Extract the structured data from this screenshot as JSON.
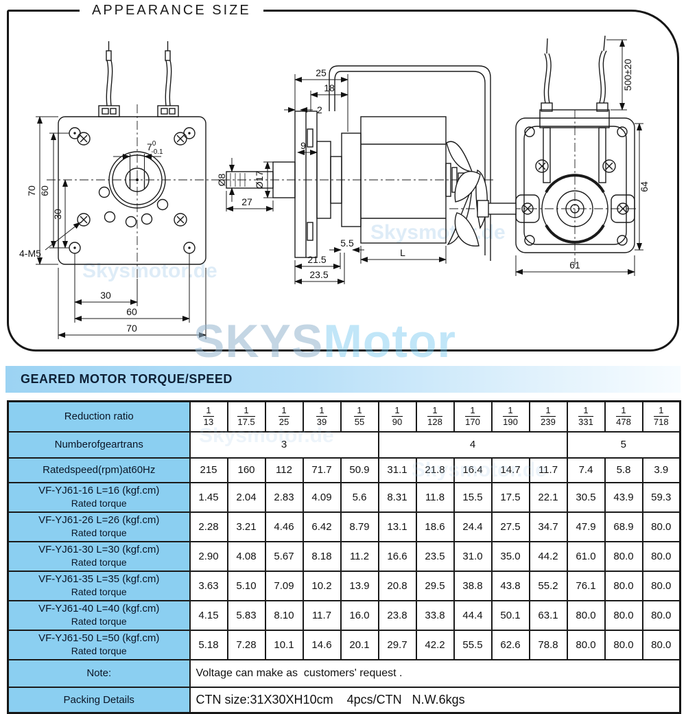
{
  "page": {
    "title": "APPEARANCE SIZE"
  },
  "section": {
    "title": "GEARED MOTOR TORQUE/SPEED"
  },
  "watermarks": {
    "big_left": "SKYS",
    "big_right": "Motor",
    "small": "Skysmotor.de"
  },
  "colors": {
    "table_label_blue": "#8bcff1",
    "section_bar_blue": "#9cd3f3",
    "line_black": "#1a1a1a",
    "watermark_blue": "#a0c8e8"
  },
  "drawing": {
    "front": {
      "d70v": "70",
      "d60v": "60",
      "d30v": "30",
      "d30h": "30",
      "d60h": "60",
      "d70h": "70",
      "shaft_nom": "7",
      "shaft_tol_up": "0",
      "shaft_tol_dn": "-0.1",
      "corner": "4-M5"
    },
    "side": {
      "d25": "25",
      "d18": "18",
      "d2": "2",
      "d9": "9",
      "d17": "Ø17",
      "d8": "Ø8",
      "d27": "27",
      "d55": "5.5",
      "d215": "21.5",
      "d235": "23.5",
      "dL": "L"
    },
    "rear": {
      "wire": "500±20",
      "d64": "64",
      "d61": "61"
    }
  },
  "table": {
    "reduction": {
      "label": "Reduction ratio",
      "numerator": "1",
      "denominators": [
        "13",
        "17.5",
        "25",
        "39",
        "55",
        "90",
        "128",
        "170",
        "190",
        "239",
        "331",
        "478",
        "718"
      ]
    },
    "gear_trans": {
      "label": "Numberofgeartrans",
      "groups": [
        {
          "value": "3"
        },
        {
          "value": "4"
        },
        {
          "value": "5"
        }
      ]
    },
    "rated_speed": {
      "label": "Ratedspeed(rpm)at60Hz",
      "values": [
        "215",
        "160",
        "112",
        "71.7",
        "50.9",
        "31.1",
        "21.8",
        "16.4",
        "14.7",
        "11.7",
        "7.4",
        "5.8",
        "3.9"
      ]
    },
    "torque_rows": [
      {
        "model": "VF-YJ61-16 L=16 (kgf.cm)",
        "sub": "Rated torque",
        "values": [
          "1.45",
          "2.04",
          "2.83",
          "4.09",
          "5.6",
          "8.31",
          "11.8",
          "15.5",
          "17.5",
          "22.1",
          "30.5",
          "43.9",
          "59.3"
        ]
      },
      {
        "model": "VF-YJ61-26 L=26 (kgf.cm)",
        "sub": "Rated torque",
        "values": [
          "2.28",
          "3.21",
          "4.46",
          "6.42",
          "8.79",
          "13.1",
          "18.6",
          "24.4",
          "27.5",
          "34.7",
          "47.9",
          "68.9",
          "80.0"
        ]
      },
      {
        "model": "VF-YJ61-30 L=30 (kgf.cm)",
        "sub": "Rated torque",
        "values": [
          "2.90",
          "4.08",
          "5.67",
          "8.18",
          "11.2",
          "16.6",
          "23.5",
          "31.0",
          "35.0",
          "44.2",
          "61.0",
          "80.0",
          "80.0"
        ]
      },
      {
        "model": "VF-YJ61-35 L=35 (kgf.cm)",
        "sub": "Rated torque",
        "values": [
          "3.63",
          "5.10",
          "7.09",
          "10.2",
          "13.9",
          "20.8",
          "29.5",
          "38.8",
          "43.8",
          "55.2",
          "76.1",
          "80.0",
          "80.0"
        ]
      },
      {
        "model": "VF-YJ61-40 L=40 (kgf.cm)",
        "sub": "Rated torque",
        "values": [
          "4.15",
          "5.83",
          "8.10",
          "11.7",
          "16.0",
          "23.8",
          "33.8",
          "44.4",
          "50.1",
          "63.1",
          "80.0",
          "80.0",
          "80.0"
        ]
      },
      {
        "model": "VF-YJ61-50 L=50 (kgf.cm)",
        "sub": "Rated torque",
        "values": [
          "5.18",
          "7.28",
          "10.1",
          "14.6",
          "20.1",
          "29.7",
          "42.2",
          "55.5",
          "62.6",
          "78.8",
          "80.0",
          "80.0",
          "80.0"
        ]
      }
    ],
    "note": {
      "label": "Note:",
      "value": "Voltage can make as  customers' request ."
    },
    "packing": {
      "label": "Packing Details",
      "value": "CTN size:31X30XH10cm    4pcs/CTN   N.W.6kgs"
    }
  }
}
